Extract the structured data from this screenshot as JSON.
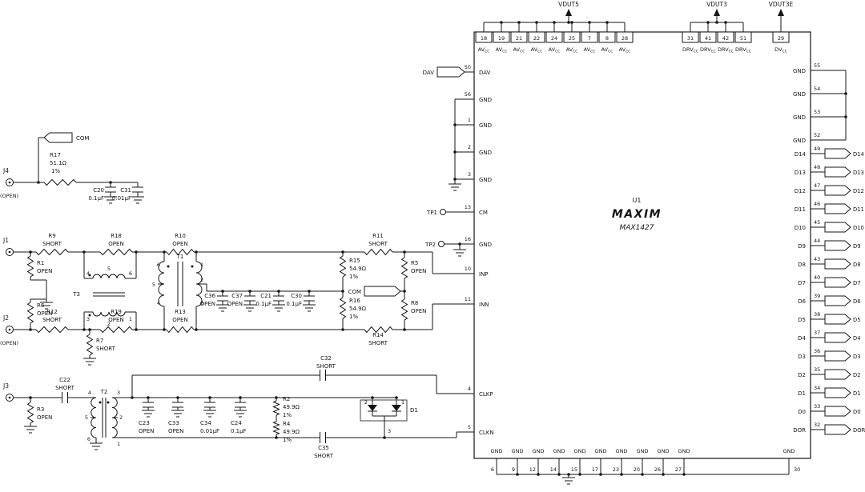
{
  "ic": {
    "ref": "U1",
    "logo": "MAXIM",
    "part": "MAX1427",
    "gnd_label": "GND",
    "power_groups": [
      {
        "net": "VDUT5",
        "pin_main": "AV",
        "pin_sub": "CC",
        "pins": [
          "18",
          "19",
          "21",
          "22",
          "24",
          "25",
          "7",
          "8",
          "28"
        ]
      },
      {
        "net": "VDUT3",
        "pin_main": "DRV",
        "pin_sub": "CC",
        "pins": [
          "31",
          "41",
          "42",
          "51"
        ]
      },
      {
        "net": "VDUT3E",
        "pin_main": "DV",
        "pin_sub": "CC",
        "pins": [
          "29"
        ]
      }
    ],
    "left_pins": [
      {
        "num": "50",
        "name": "DAV"
      },
      {
        "num": "56",
        "name": "GND"
      },
      {
        "num": "1",
        "name": "GND"
      },
      {
        "num": "2",
        "name": "GND"
      },
      {
        "num": "3",
        "name": "GND"
      },
      {
        "num": "13",
        "name": "CM"
      },
      {
        "num": "16",
        "name": "GND"
      },
      {
        "num": "10",
        "name": "INP"
      },
      {
        "num": "11",
        "name": "INN"
      },
      {
        "num": "4",
        "name": "CLKP"
      },
      {
        "num": "5",
        "name": "CLKN"
      }
    ],
    "right_gnd_pins": [
      {
        "num": "55",
        "name": "GND"
      },
      {
        "num": "54",
        "name": "GND"
      },
      {
        "num": "53",
        "name": "GND"
      },
      {
        "num": "52",
        "name": "GND"
      }
    ],
    "data_pins": [
      {
        "num": "49",
        "name": "D14"
      },
      {
        "num": "48",
        "name": "D13"
      },
      {
        "num": "47",
        "name": "D12"
      },
      {
        "num": "46",
        "name": "D11"
      },
      {
        "num": "45",
        "name": "D10"
      },
      {
        "num": "44",
        "name": "D9"
      },
      {
        "num": "43",
        "name": "D8"
      },
      {
        "num": "40",
        "name": "D7"
      },
      {
        "num": "39",
        "name": "D6"
      },
      {
        "num": "38",
        "name": "D5"
      },
      {
        "num": "37",
        "name": "D4"
      },
      {
        "num": "36",
        "name": "D3"
      },
      {
        "num": "35",
        "name": "D2"
      },
      {
        "num": "34",
        "name": "D1"
      },
      {
        "num": "33",
        "name": "D0"
      },
      {
        "num": "32",
        "name": "DOR"
      }
    ],
    "bottom_pins": [
      "6",
      "9",
      "12",
      "14",
      "15",
      "17",
      "23",
      "20",
      "26",
      "27"
    ],
    "pin30": {
      "num": "30",
      "name": "GND"
    }
  },
  "nets": {
    "dav": "DAV",
    "com": "COM"
  },
  "testpoints": {
    "tp1": "TP1",
    "tp2": "TP2"
  },
  "jacks": {
    "j1": "J1",
    "j2": "J2",
    "j3": "J3",
    "j4": "J4",
    "open_note": "(OPEN)"
  },
  "parts": {
    "r17": [
      "R17",
      "51.1Ω",
      "1%"
    ],
    "c20": [
      "C20",
      "0.1μF"
    ],
    "c31": [
      "C31",
      "0.01μF"
    ],
    "r9": [
      "R9",
      "SHORT"
    ],
    "r18": [
      "R18",
      "OPEN"
    ],
    "r10": [
      "R10",
      "OPEN"
    ],
    "r11": [
      "R11",
      "SHORT"
    ],
    "r1": [
      "R1",
      "OPEN"
    ],
    "r6": [
      "R6",
      "OPEN"
    ],
    "r12": [
      "R12",
      "SHORT"
    ],
    "r19": [
      "R19",
      "OPEN"
    ],
    "r13": [
      "R13",
      "OPEN"
    ],
    "r14": [
      "R14",
      "SHORT"
    ],
    "r15": [
      "R15",
      "54.9Ω",
      "1%"
    ],
    "r16": [
      "R16",
      "54.9Ω",
      "1%"
    ],
    "r5": [
      "R5",
      "OPEN"
    ],
    "r8": [
      "R8",
      "OPEN"
    ],
    "r7": [
      "R7",
      "SHORT"
    ],
    "c36": [
      "C36",
      "OPEN"
    ],
    "c37": [
      "C37",
      "OPEN"
    ],
    "c21": [
      "C21",
      "0.1μF"
    ],
    "c30": [
      "C30",
      "0.1μF"
    ],
    "t1": {
      "ref": "T1",
      "p": [
        "6",
        "1",
        "5",
        "2",
        "4",
        "3"
      ]
    },
    "t3": {
      "ref": "T3",
      "p": [
        "4",
        "5",
        "6",
        "3",
        "2",
        "1"
      ]
    },
    "t2": {
      "ref": "T2",
      "p": [
        "4",
        "3",
        "5",
        "2",
        "6",
        "1"
      ]
    },
    "c22": [
      "C22",
      "SHORT"
    ],
    "r3": [
      "R3",
      "OPEN"
    ],
    "c23": [
      "C23",
      "OPEN"
    ],
    "c33": [
      "C33",
      "OPEN"
    ],
    "c34": [
      "C34",
      "0.01μF"
    ],
    "c24": [
      "C24",
      "0.1μF"
    ],
    "r2": [
      "R2",
      "49.9Ω",
      "1%"
    ],
    "r4": [
      "R4",
      "49.9Ω",
      "1%"
    ],
    "c32": [
      "C32",
      "SHORT"
    ],
    "c35": [
      "C35",
      "SHORT"
    ],
    "d1": {
      "ref": "D1",
      "p": [
        "2",
        "1",
        "3"
      ]
    }
  }
}
